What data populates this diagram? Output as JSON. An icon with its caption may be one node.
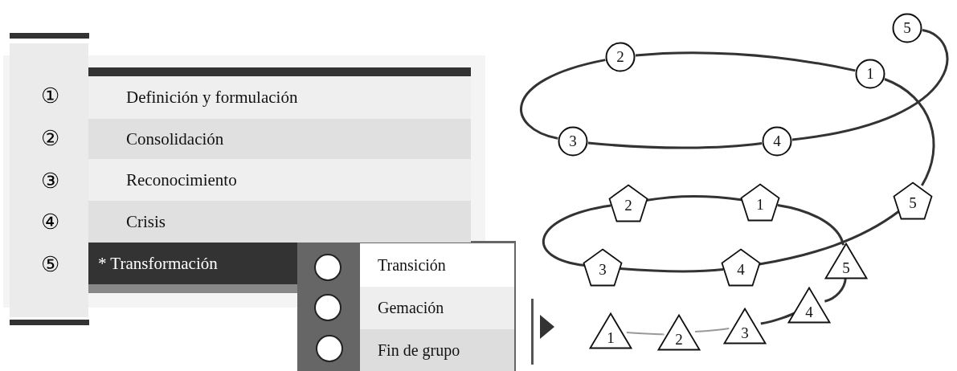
{
  "diagram": {
    "nodes": [
      {
        "text": [
          "Definición y formulación"
        ]
      },
      {
        "text": [
          "Consolidación"
        ]
      },
      {
        "text": [
          "Reconocimiento"
        ]
      },
      {
        "text": [
          "Crisis"
        ]
      },
      {
        "text": [
          "* Transformación"
        ]
      },
      {
        "text": [
          "Transición"
        ]
      },
      {
        "text": [
          "Gemación"
        ]
      },
      {
        "text": [
          "Fin de grupo"
        ]
      },
      {
        "text": [
          "1"
        ]
      },
      {
        "text": [
          "2"
        ]
      },
      {
        "text": [
          "3"
        ]
      },
      {
        "text": [
          "4"
        ]
      },
      {
        "text": [
          "5"
        ]
      },
      {
        "text": [
          "1"
        ]
      },
      {
        "text": [
          "2"
        ]
      },
      {
        "text": [
          "3"
        ]
      },
      {
        "text": [
          "4"
        ]
      },
      {
        "text": [
          "5"
        ]
      },
      {
        "text": [
          "1"
        ]
      },
      {
        "text": [
          "2"
        ]
      },
      {
        "text": [
          "3"
        ]
      },
      {
        "text": [
          "4"
        ]
      },
      {
        "text": [
          "5"
        ]
      }
    ],
    "edges": [
      {
        "from": 18,
        "to": 19,
        "arrow": "none",
        "color": "#999999"
      },
      {
        "from": 19,
        "to": 20,
        "arrow": "none",
        "color": "#999999"
      },
      {
        "from": 20,
        "to": 21,
        "arrow": "none"
      },
      {
        "from": 21,
        "to": 22,
        "arrow": "none"
      },
      {
        "from": 22,
        "to": 13,
        "arrow": "none"
      },
      {
        "from": 13,
        "to": 14,
        "arrow": "none"
      },
      {
        "from": 14,
        "to": 15,
        "arrow": "none"
      },
      {
        "from": 15,
        "to": 16,
        "arrow": "none"
      },
      {
        "from": 16,
        "to": 17,
        "arrow": "none"
      },
      {
        "from": 17,
        "to": 8,
        "arrow": "none"
      },
      {
        "from": 8,
        "to": 9,
        "arrow": "none"
      },
      {
        "from": 9,
        "to": 10,
        "arrow": "none"
      },
      {
        "from": 10,
        "to": 11,
        "arrow": "none"
      },
      {
        "from": 11,
        "to": 12,
        "arrow": "none"
      }
    ],
    "labels": [
      "①",
      "②",
      "③",
      "④",
      "⑤"
    ]
  }
}
